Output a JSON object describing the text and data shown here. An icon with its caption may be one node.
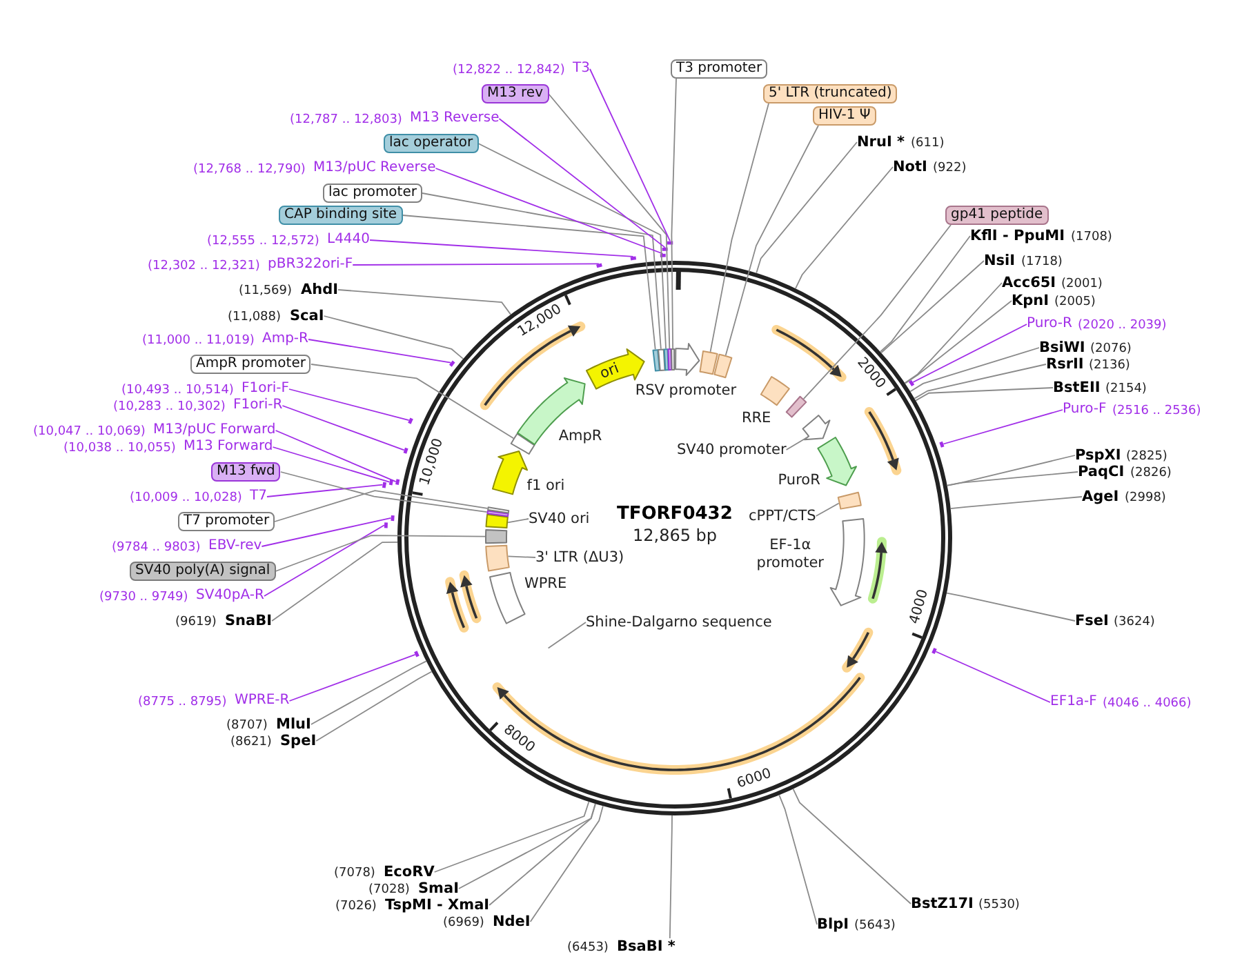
{
  "diagram": {
    "nodes": [
      {
        "text": [
          "TFORF0432",
          "12,865 bp"
        ]
      },
      {
        "text": [],
        "shape": "box",
        "in": 0
      },
      {
        "text": [],
        "shape": "box",
        "in": 0
      },
      {
        "text": [],
        "shape": "box",
        "in": 0
      },
      {
        "text": [],
        "shape": "box",
        "in": 0
      },
      {
        "text": [],
        "shape": "box",
        "in": 0
      },
      {
        "text": [
          "RSV promoter"
        ],
        "in": 0
      },
      {
        "text": [],
        "shape": "box",
        "in": 0
      },
      {
        "text": [],
        "shape": "box",
        "in": 0
      },
      {
        "text": [
          "RRE"
        ],
        "in": 0
      },
      {
        "text": [],
        "shape": "box",
        "in": 0
      },
      {
        "text": [],
        "shape": "arrow",
        "in": 0
      },
      {
        "text": [
          "PuroR"
        ],
        "in": 0
      },
      {
        "text": [],
        "shape": "box",
        "in": 0
      },
      {
        "text": [
          "EF-1α promoter"
        ],
        "in": 0
      },
      {
        "text": [
          "WPRE"
        ],
        "in": 0
      },
      {
        "text": [],
        "shape": "box",
        "in": 0
      },
      {
        "text": [],
        "shape": "box",
        "in": 0
      },
      {
        "text": [],
        "shape": "box",
        "in": 0
      },
      {
        "text": [],
        "shape": "box",
        "in": 0
      },
      {
        "text": [],
        "shape": "box",
        "in": 0
      },
      {
        "text": [
          "f1 ori"
        ],
        "in": 0
      },
      {
        "text": [],
        "shape": "box",
        "in": 0
      },
      {
        "text": [
          "AmpR"
        ],
        "in": 0
      },
      {
        "text": [
          "ori"
        ],
        "in": 0
      },
      {
        "text": [],
        "shape": "arrow",
        "in": 0
      },
      {
        "text": [],
        "shape": "arrow",
        "in": 0
      },
      {
        "text": [],
        "shape": "arrow",
        "in": 0
      },
      {
        "text": [],
        "shape": "arrow",
        "in": 0
      },
      {
        "text": [],
        "shape": "arrow",
        "in": 0
      },
      {
        "text": [],
        "shape": "arrow",
        "in": 0
      },
      {
        "text": [],
        "shape": "arrow",
        "in": 0
      },
      {
        "text": [],
        "shape": "arrow",
        "in": 0
      },
      {
        "text": [
          "SV40 promoter"
        ],
        "in": 0
      },
      {
        "text": [
          "cPPT/CTS"
        ],
        "in": 0
      },
      {
        "text": [
          "Shine-Dalgarno sequence"
        ],
        "in": 0
      },
      {
        "text": [
          "3' LTR (ΔU3)"
        ],
        "in": 0
      },
      {
        "text": [
          "SV40 ori"
        ],
        "in": 0
      },
      {
        "text": [
          "T3 promoter"
        ]
      },
      {
        "text": [
          "5' LTR (truncated)"
        ]
      },
      {
        "text": [
          "HIV-1 Ψ"
        ]
      },
      {
        "text": [
          "NruI *"
        ],
        "beside": [
          "(611)"
        ]
      },
      {
        "text": [
          "NotI"
        ],
        "beside": [
          "(922)"
        ]
      },
      {
        "text": [
          "gp41 peptide"
        ]
      },
      {
        "text": [
          "KflI - PpuMI"
        ],
        "beside": [
          "(1708)"
        ]
      },
      {
        "text": [
          "NsiI"
        ],
        "beside": [
          "(1718)"
        ]
      },
      {
        "text": [
          "Acc65I"
        ],
        "beside": [
          "(2001)"
        ]
      },
      {
        "text": [
          "KpnI"
        ],
        "beside": [
          "(2005)"
        ]
      },
      {
        "text": [
          "Puro-R"
        ],
        "beside": [
          "(2020 .. 2039)"
        ]
      },
      {
        "text": [
          "BsiWI"
        ],
        "beside": [
          "(2076)"
        ]
      },
      {
        "text": [
          "RsrII"
        ],
        "beside": [
          "(2136)"
        ]
      },
      {
        "text": [
          "BstEII"
        ],
        "beside": [
          "(2154)"
        ]
      },
      {
        "text": [
          "Puro-F"
        ],
        "beside": [
          "(2516 .. 2536)"
        ]
      },
      {
        "text": [
          "PspXI"
        ],
        "beside": [
          "(2825)"
        ]
      },
      {
        "text": [
          "PaqCI"
        ],
        "beside": [
          "(2826)"
        ]
      },
      {
        "text": [
          "AgeI"
        ],
        "beside": [
          "(2998)"
        ]
      },
      {
        "text": [
          "FseI"
        ],
        "beside": [
          "(3624)"
        ]
      },
      {
        "text": [
          "EF1a-F"
        ],
        "beside": [
          "(4046 .. 4066)"
        ]
      },
      {
        "text": [
          "BstZ17I"
        ],
        "beside": [
          "(5530)"
        ]
      },
      {
        "text": [
          "BlpI"
        ],
        "beside": [
          "(5643)"
        ]
      },
      {
        "text": [
          "BsaBI *"
        ],
        "beside": [
          "(6453)"
        ]
      },
      {
        "text": [
          "NdeI"
        ],
        "beside": [
          "(6969)"
        ]
      },
      {
        "text": [
          "TspMI - XmaI"
        ],
        "beside": [
          "(7026)"
        ]
      },
      {
        "text": [
          "SmaI"
        ],
        "beside": [
          "(7028)"
        ]
      },
      {
        "text": [
          "EcoRV"
        ],
        "beside": [
          "(7078)"
        ]
      },
      {
        "text": [
          "SpeI"
        ],
        "beside": [
          "(8621)"
        ]
      },
      {
        "text": [
          "MluI"
        ],
        "beside": [
          "(8707)"
        ]
      },
      {
        "text": [
          "WPRE-R"
        ],
        "beside": [
          "(8775 .. 8795)"
        ]
      },
      {
        "text": [
          "SnaBI"
        ],
        "beside": [
          "(9619)"
        ]
      },
      {
        "text": [
          "SV40pA-R"
        ],
        "beside": [
          "(9730 .. 9749)"
        ]
      },
      {
        "text": [
          "SV40 poly(A) signal"
        ]
      },
      {
        "text": [
          "EBV-rev"
        ],
        "beside": [
          "(9784 .. 9803)"
        ]
      },
      {
        "text": [
          "T7 promoter"
        ]
      },
      {
        "text": [
          "T7"
        ],
        "beside": [
          "(10,009 .. 10,028)"
        ]
      },
      {
        "text": [
          "M13 fwd"
        ]
      },
      {
        "text": [
          "M13 Forward"
        ],
        "beside": [
          "(10,038 .. 10,055)"
        ]
      },
      {
        "text": [
          "M13/pUC Forward"
        ],
        "beside": [
          "(10,047 .. 10,069)"
        ]
      },
      {
        "text": [
          "F1ori-R"
        ],
        "beside": [
          "(10,283 .. 10,302)"
        ]
      },
      {
        "text": [
          "F1ori-F"
        ],
        "beside": [
          "(10,493 .. 10,514)"
        ]
      },
      {
        "text": [
          "AmpR promoter"
        ]
      },
      {
        "text": [
          "Amp-R"
        ],
        "beside": [
          "(11,000 .. 11,019)"
        ]
      },
      {
        "text": [
          "ScaI"
        ],
        "beside": [
          "(11,088)"
        ]
      },
      {
        "text": [
          "AhdI"
        ],
        "beside": [
          "(11,569)"
        ]
      },
      {
        "text": [
          "pBR322ori-F"
        ],
        "beside": [
          "(12,302 .. 12,321)"
        ]
      },
      {
        "text": [
          "L4440"
        ],
        "beside": [
          "(12,555 .. 12,572)"
        ]
      },
      {
        "text": [
          "CAP binding site"
        ]
      },
      {
        "text": [
          "lac promoter"
        ]
      },
      {
        "text": [
          "M13/pUC Reverse"
        ],
        "beside": [
          "(12,768 .. 12,790)"
        ]
      },
      {
        "text": [
          "lac operator"
        ]
      },
      {
        "text": [
          "M13 Reverse"
        ],
        "beside": [
          "(12,787 .. 12,803)"
        ]
      },
      {
        "text": [
          "M13 rev"
        ]
      },
      {
        "text": [
          "T3"
        ],
        "beside": [
          "(12,822 .. 12,842)"
        ]
      },
      {
        "text": [],
        "shape": "bar"
      },
      {
        "text": [],
        "shape": "bar"
      },
      {
        "text": [],
        "shape": "bar"
      },
      {
        "text": [],
        "shape": "bar"
      },
      {
        "text": [],
        "shape": "bar"
      },
      {
        "text": [],
        "shape": "bar"
      },
      {
        "text": [],
        "shape": "bar"
      },
      {
        "text": [],
        "shape": "bar"
      },
      {
        "text": [],
        "shape": "bar"
      },
      {
        "text": [],
        "shape": "bar"
      },
      {
        "text": [],
        "shape": "bar"
      },
      {
        "text": [],
        "shape": "bar"
      },
      {
        "text": [],
        "shape": "bar"
      },
      {
        "text": [],
        "shape": "bar"
      },
      {
        "text": [],
        "shape": "bar"
      },
      {
        "text": [],
        "shape": "bar"
      },
      {
        "text": [],
        "shape": "bar"
      }
    ],
    "edges": [
      {
        "from": 33,
        "to": 11,
        "arrow": "none"
      },
      {
        "from": 34,
        "to": 13,
        "arrow": "none"
      },
      {
        "from": 35,
        "to": null,
        "arrow": "none"
      },
      {
        "from": 36,
        "to": 16,
        "arrow": "none"
      },
      {
        "from": 37,
        "to": 18,
        "arrow": "none"
      },
      {
        "from": 38,
        "to": 5,
        "arrow": "none"
      },
      {
        "from": 39,
        "to": 7,
        "arrow": "none"
      },
      {
        "from": 40,
        "to": 8,
        "arrow": "none"
      },
      {
        "from": 41,
        "to": 0,
        "arrow": "none"
      },
      {
        "from": 42,
        "to": 0,
        "arrow": "none"
      },
      {
        "from": 43,
        "to": 10,
        "arrow": "none"
      },
      {
        "from": 44,
        "to": 0,
        "arrow": "none"
      },
      {
        "from": 45,
        "to": 0,
        "arrow": "none"
      },
      {
        "from": 46,
        "to": 0,
        "arrow": "none"
      },
      {
        "from": 47,
        "to": 0,
        "arrow": "none"
      },
      {
        "from": 48,
        "to": 92,
        "arrow": "none",
        "color": "#a12ee8"
      },
      {
        "from": 49,
        "to": 0,
        "arrow": "none"
      },
      {
        "from": 50,
        "to": 0,
        "arrow": "none"
      },
      {
        "from": 51,
        "to": 0,
        "arrow": "none"
      },
      {
        "from": 52,
        "to": 93,
        "arrow": "none",
        "color": "#a12ee8"
      },
      {
        "from": 53,
        "to": 0,
        "arrow": "none"
      },
      {
        "from": 54,
        "to": 0,
        "arrow": "none"
      },
      {
        "from": 55,
        "to": 0,
        "arrow": "none"
      },
      {
        "from": 56,
        "to": 0,
        "arrow": "none"
      },
      {
        "from": 57,
        "to": 94,
        "arrow": "none",
        "color": "#a12ee8"
      },
      {
        "from": 58,
        "to": 0,
        "arrow": "none"
      },
      {
        "from": 59,
        "to": 0,
        "arrow": "none"
      },
      {
        "from": 60,
        "to": 0,
        "arrow": "none"
      },
      {
        "from": 61,
        "to": 0,
        "arrow": "none"
      },
      {
        "from": 62,
        "to": 0,
        "arrow": "none"
      },
      {
        "from": 63,
        "to": 0,
        "arrow": "none"
      },
      {
        "from": 64,
        "to": 0,
        "arrow": "none"
      },
      {
        "from": 65,
        "to": 0,
        "arrow": "none"
      },
      {
        "from": 66,
        "to": 0,
        "arrow": "none"
      },
      {
        "from": 67,
        "to": 95,
        "arrow": "none",
        "color": "#a12ee8"
      },
      {
        "from": 68,
        "to": 0,
        "arrow": "none"
      },
      {
        "from": 69,
        "to": 96,
        "arrow": "none",
        "color": "#a12ee8"
      },
      {
        "from": 70,
        "to": 17,
        "arrow": "none"
      },
      {
        "from": 71,
        "to": 97,
        "arrow": "none",
        "color": "#a12ee8"
      },
      {
        "from": 72,
        "to": 20,
        "arrow": "none"
      },
      {
        "from": 73,
        "to": 98,
        "arrow": "none",
        "color": "#a12ee8"
      },
      {
        "from": 74,
        "to": 19,
        "arrow": "none"
      },
      {
        "from": 75,
        "to": 99,
        "arrow": "none",
        "color": "#a12ee8"
      },
      {
        "from": 76,
        "to": 100,
        "arrow": "none",
        "color": "#a12ee8"
      },
      {
        "from": 77,
        "to": 101,
        "arrow": "none",
        "color": "#a12ee8"
      },
      {
        "from": 78,
        "to": 102,
        "arrow": "none",
        "color": "#a12ee8"
      },
      {
        "from": 79,
        "to": 22,
        "arrow": "none"
      },
      {
        "from": 80,
        "to": 103,
        "arrow": "none",
        "color": "#a12ee8"
      },
      {
        "from": 81,
        "to": 0,
        "arrow": "none"
      },
      {
        "from": 82,
        "to": 0,
        "arrow": "none"
      },
      {
        "from": 83,
        "to": 104,
        "arrow": "none",
        "color": "#a12ee8"
      },
      {
        "from": 84,
        "to": 105,
        "arrow": "none",
        "color": "#a12ee8"
      },
      {
        "from": 85,
        "to": 1,
        "arrow": "none"
      },
      {
        "from": 86,
        "to": 2,
        "arrow": "none"
      },
      {
        "from": 87,
        "to": 106,
        "arrow": "none",
        "color": "#a12ee8"
      },
      {
        "from": 88,
        "to": 3,
        "arrow": "none"
      },
      {
        "from": 89,
        "to": 107,
        "arrow": "none",
        "color": "#a12ee8"
      },
      {
        "from": 90,
        "to": 4,
        "arrow": "none"
      },
      {
        "from": 91,
        "to": 108,
        "arrow": "none",
        "color": "#a12ee8"
      }
    ],
    "labels": [
      "2000",
      "4000",
      "6000",
      "8000",
      "10,000",
      "12,000"
    ]
  }
}
